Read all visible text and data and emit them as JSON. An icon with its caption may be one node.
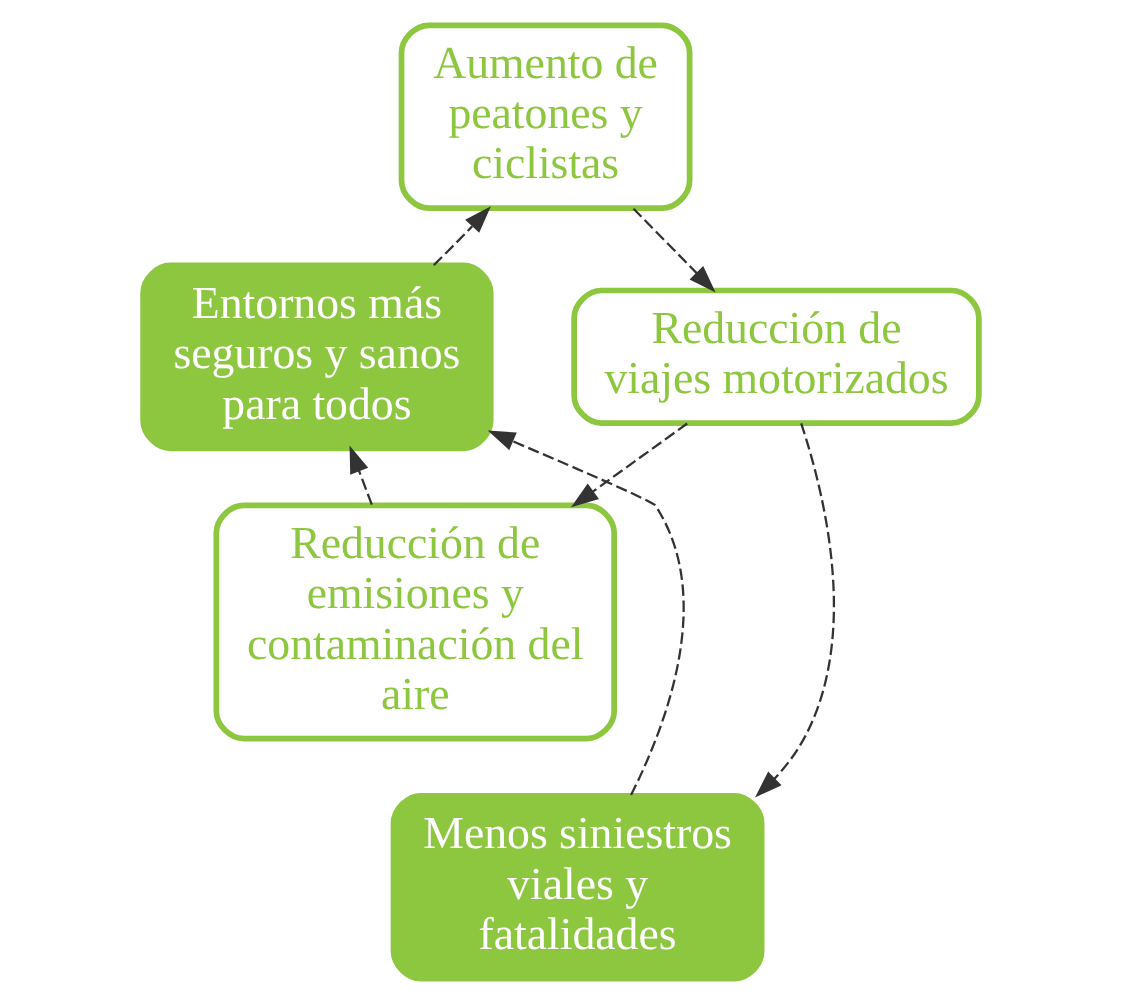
{
  "diagram": {
    "nodes": [
      {
        "text": [
          "Aumento de peatones y ciclistas"
        ]
      },
      {
        "text": [
          "Entornos más seguros y sanos para todos"
        ]
      },
      {
        "text": [
          "Reducción de viajes motorizados"
        ]
      },
      {
        "text": [
          "Reducción de emisiones y contaminación del aire"
        ]
      },
      {
        "text": [
          "Menos siniestros viales y fatalidades"
        ]
      }
    ],
    "edges": [
      {
        "from": 1,
        "to": 0,
        "arrow": "to",
        "style": "dashed"
      },
      {
        "from": 0,
        "to": 2,
        "arrow": "to",
        "style": "dashed"
      },
      {
        "from": 2,
        "to": 3,
        "arrow": "to",
        "style": "dashed"
      },
      {
        "from": 2,
        "to": 4,
        "arrow": "to",
        "style": "dashed"
      },
      {
        "from": 3,
        "to": 1,
        "arrow": "to",
        "style": "dashed"
      },
      {
        "from": 4,
        "to": 1,
        "arrow": "to",
        "style": "dashed"
      }
    ]
  }
}
